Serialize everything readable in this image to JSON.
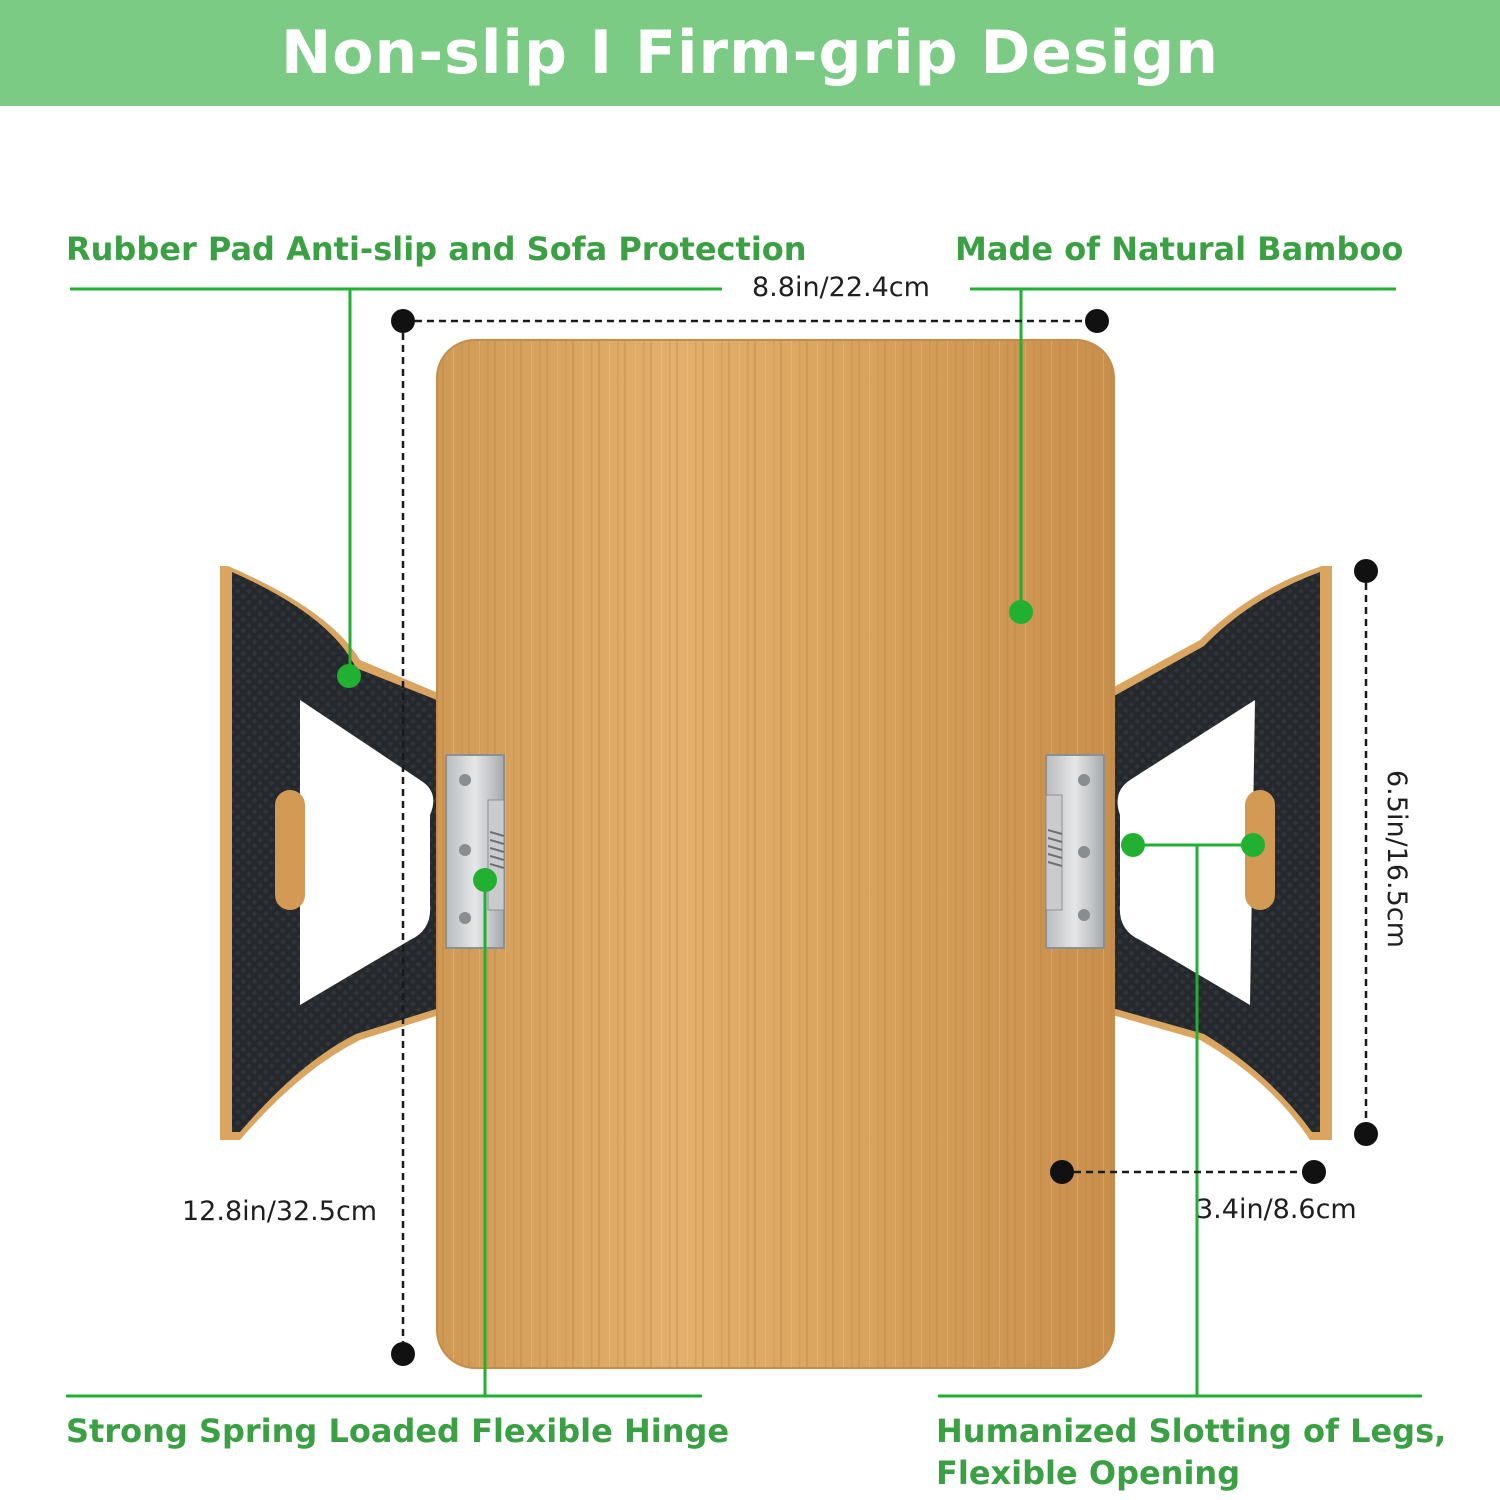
{
  "banner": {
    "title": "Non-slip I Firm-grip Design"
  },
  "features": {
    "rubber_pad": "Rubber Pad Anti-slip and Sofa Protection",
    "bamboo": "Made of Natural Bamboo",
    "hinge": "Strong Spring Loaded Flexible Hinge",
    "slotting_line1": "Humanized Slotting of Legs,",
    "slotting_line2": "Flexible Opening"
  },
  "dimensions": {
    "width": "8.8in/22.4cm",
    "length": "12.8in/32.5cm",
    "leg_height": "6.5in/16.5cm",
    "leg_depth": "3.4in/8.6cm"
  },
  "colors": {
    "banner_green": "#7ccb85",
    "label_green": "#3aa043",
    "marker_green": "#22b033",
    "bamboo": "#d9a560",
    "rubber": "#23272b"
  }
}
